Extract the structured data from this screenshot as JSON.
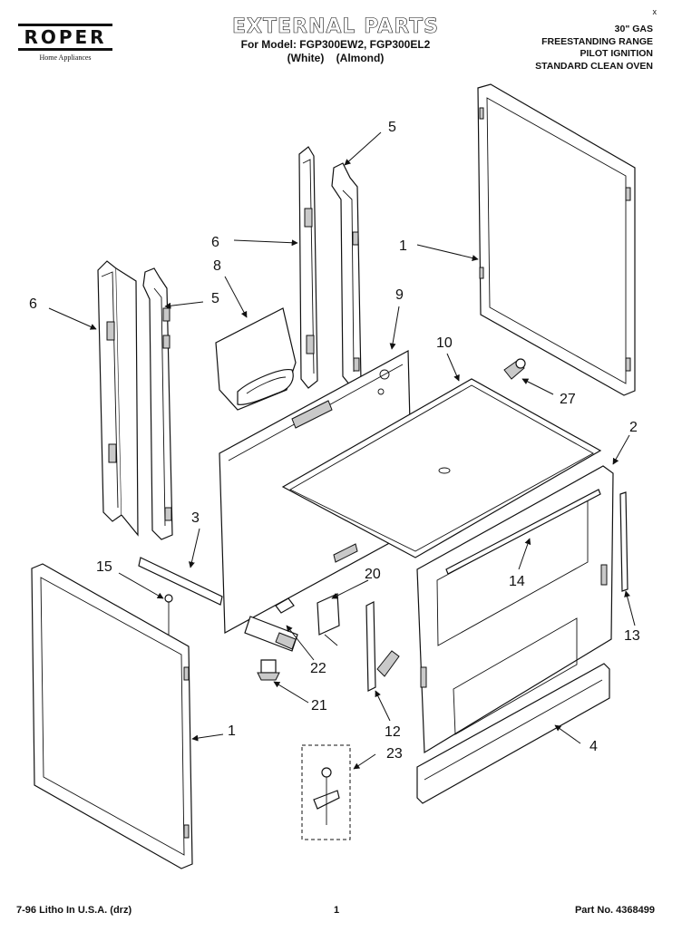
{
  "header": {
    "brand": "ROPER",
    "brand_sub": "Home Appliances",
    "title": "EXTERNAL PARTS",
    "model_line": "For Model: FGP300EW2, FGP300EL2",
    "color_line": "(White)    (Almond)",
    "corner_mark": "x",
    "desc": [
      "30\" GAS",
      "FREESTANDING RANGE",
      "PILOT IGNITION",
      "STANDARD CLEAN OVEN"
    ]
  },
  "callouts": [
    "1",
    "1",
    "2",
    "3",
    "4",
    "5",
    "5",
    "6",
    "6",
    "8",
    "9",
    "10",
    "12",
    "13",
    "14",
    "15",
    "20",
    "21",
    "22",
    "23",
    "27"
  ],
  "footer": {
    "left": "7-96 Litho In U.S.A. (drz)",
    "page": "1",
    "part_no": "Part No. 4368499"
  }
}
